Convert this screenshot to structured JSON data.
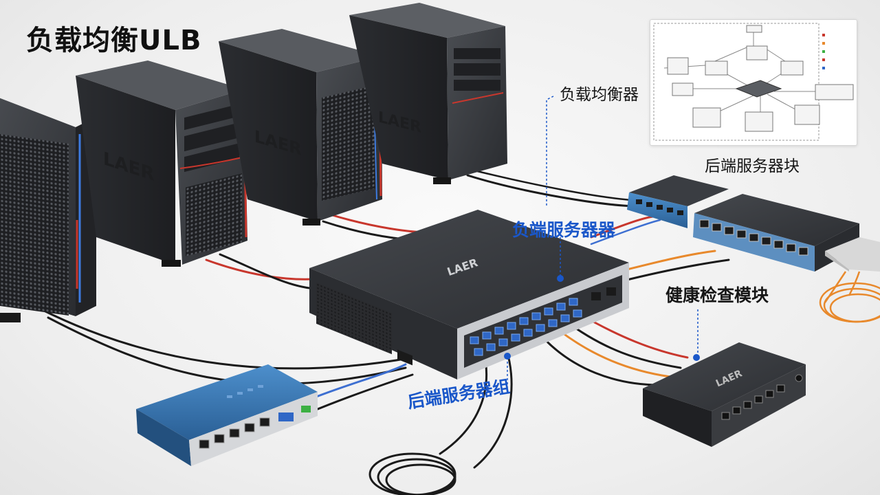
{
  "title": "负载均衡ULB",
  "labels": {
    "load_balancer": "负载均衡器",
    "negative_servers": "负端服务器器",
    "health_check": "健康检查模块",
    "backend_block": "后端服务器块",
    "backend_group": "后端服务器组"
  },
  "colors": {
    "accent_blue": "#1a57c9",
    "cable_red": "#c8372d",
    "cable_orange": "#e8892c",
    "switch_blue": "#2f6fa8"
  }
}
